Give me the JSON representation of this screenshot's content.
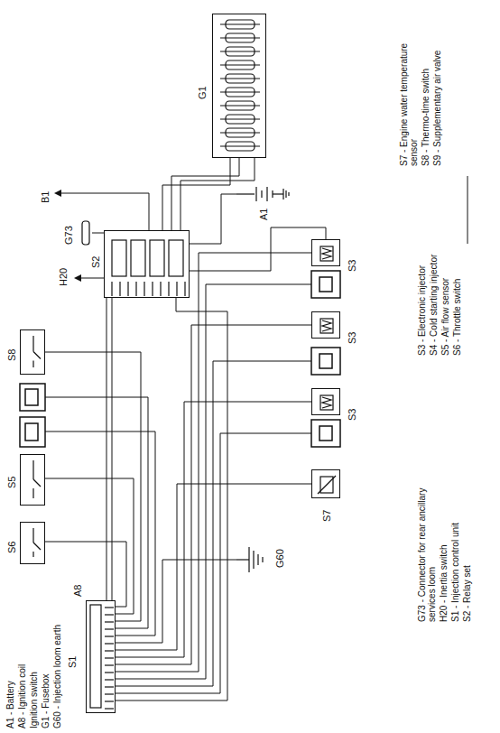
{
  "diagram": {
    "nodes": [
      {
        "text": [
          "S1"
        ]
      },
      {
        "text": [
          "S6"
        ]
      },
      {
        "text": [
          "S5"
        ]
      },
      {
        "text": [
          "S8"
        ]
      },
      {
        "text": [
          "S2"
        ]
      },
      {
        "text": [
          "G73"
        ]
      },
      {
        "text": [
          "G1"
        ]
      },
      {
        "text": [
          "A1"
        ]
      },
      {
        "text": [
          "S3"
        ]
      },
      {
        "text": [
          "S3"
        ]
      },
      {
        "text": [
          "S3"
        ]
      },
      {
        "text": [
          "S7"
        ]
      },
      {
        "text": [
          "G60"
        ]
      }
    ],
    "edges": [
      {
        "from": 0,
        "to": 1,
        "arrow": "none"
      },
      {
        "from": 0,
        "to": 2,
        "arrow": "none"
      },
      {
        "from": 0,
        "to": 3,
        "arrow": "none"
      },
      {
        "from": 0,
        "to": 4,
        "arrow": "none"
      },
      {
        "from": 0,
        "to": 8,
        "arrow": "none"
      },
      {
        "from": 0,
        "to": 9,
        "arrow": "none"
      },
      {
        "from": 0,
        "to": 10,
        "arrow": "none"
      },
      {
        "from": 0,
        "to": 11,
        "arrow": "none"
      },
      {
        "from": 0,
        "to": 12,
        "arrow": "none"
      },
      {
        "from": 4,
        "to": 6,
        "arrow": "none"
      },
      {
        "from": 4,
        "to": 5,
        "arrow": "none"
      },
      {
        "from": 4,
        "to": 7,
        "arrow": "none"
      },
      {
        "from": 4,
        "to": 8,
        "arrow": "none"
      }
    ],
    "labels": [
      "A8",
      "B1",
      "H20",
      "A1 - Battery",
      "A8 - Ignition coil",
      "Ignition switch",
      "G1 - Fusebox",
      "G60 - Injection loom earth",
      "G73 - Connector for rear ancillary services loom",
      "H20 - Inertia switch",
      "S1 - Injection control unit",
      "S2 - Relay set",
      "S3 - Electronic injector",
      "S4 - Cold starting injector",
      "S5 - Air flow sensor",
      "S6 - Throttle switch",
      "S7 - Engine water temperature sensor",
      "S8 - Thermo-time switch",
      "S9 - Supplementary air valve"
    ]
  }
}
